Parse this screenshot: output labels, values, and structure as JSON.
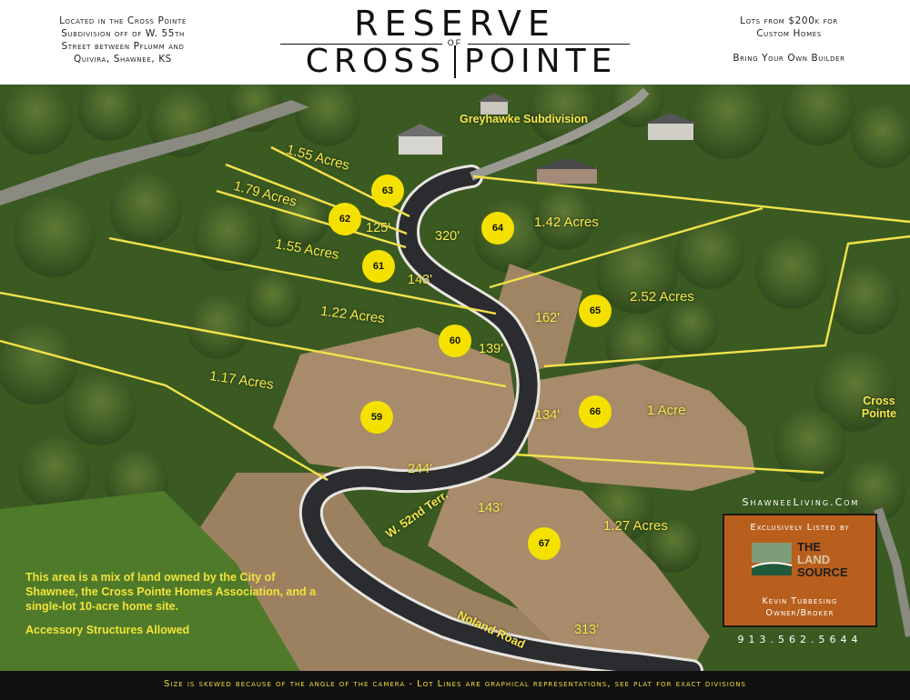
{
  "header": {
    "left_lines": [
      "Located in the Cross Pointe",
      "Subdivision off of W. 55th",
      "Street between Pflumm and",
      "Quivira, Shawnee, KS"
    ],
    "logo_top": "RESERVE",
    "logo_of": "OF",
    "logo_left": "CROSS",
    "logo_right": "POINTE",
    "right_line1a": "Lots from $200k for",
    "right_line1b": "Custom Homes",
    "right_line2": "Bring Your Own Builder"
  },
  "map": {
    "places": {
      "greyhawke": "Greyhawke Subdivision",
      "cross_pointe_a": "Cross",
      "cross_pointe_b": "Pointe"
    },
    "roads": {
      "w52": "W. 52nd Terr.",
      "noland": "Noland Road"
    },
    "lots": [
      {
        "number": "63",
        "acres": "1.55 Acres"
      },
      {
        "number": "62",
        "acres": "1.79 Acres"
      },
      {
        "number": "61",
        "acres": "1.55 Acres"
      },
      {
        "number": "60",
        "acres": "1.22 Acres"
      },
      {
        "number": "59",
        "acres": "1.17 Acres"
      },
      {
        "number": "64",
        "acres": "1.42 Acres"
      },
      {
        "number": "65",
        "acres": "2.52 Acres"
      },
      {
        "number": "66",
        "acres": "1 Acre"
      },
      {
        "number": "67",
        "acres": "1.27 Acres"
      }
    ],
    "frontages": [
      "125'",
      "320'",
      "143'",
      "162'",
      "139'",
      "134'",
      "244'",
      "143'",
      "313'"
    ],
    "notes": {
      "main": "This area is a mix of land owned by the City of Shawnee, the Cross Pointe Homes Association, and a single-lot 10-acre home site.",
      "accessory": "Accessory Structures Allowed"
    }
  },
  "broker": {
    "website": "ShawneeLiving.Com",
    "exclusively": "Exclusively Listed by",
    "logo_the": "THE",
    "logo_land": "LAND",
    "logo_source": "SOURCE",
    "agent": "Kevin Tubbesing",
    "title": "Owner/Broker",
    "phone": "913.562.5644"
  },
  "footer": {
    "disclaimer": "Size is skewed because of the angle of the camera  -  Lot Lines are graphical representations, see plat for exact divisions"
  },
  "colors": {
    "lot_marker": "#f5e100",
    "lot_line": "#f2e24a",
    "broker_box": "#b85f1d",
    "footer_text": "#f2dc3a"
  }
}
